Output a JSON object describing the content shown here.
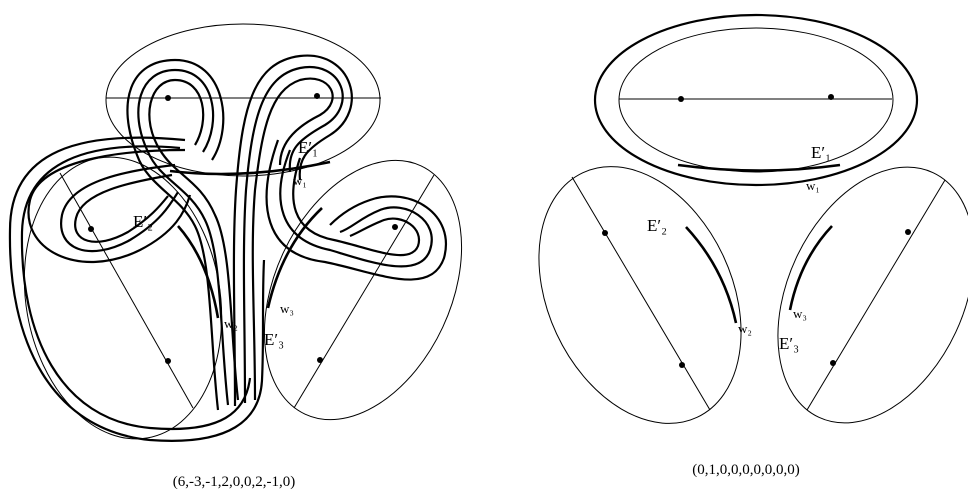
{
  "left_panel": {
    "caption": "(6,-3,-1,2,0,0,2,-1,0)",
    "labels": {
      "e1": "E′₁",
      "e2": "E′₂",
      "e3": "E′₃",
      "w1": "w₁",
      "w2": "w₂",
      "w3": "w₃"
    }
  },
  "right_panel": {
    "caption": "(0,1,0,0,0,0,0,0,0)",
    "labels": {
      "e1": "E′₁",
      "e2": "E′₂",
      "e3": "E′₃",
      "w1": "w₁",
      "w2": "w₂",
      "w3": "w₃"
    }
  }
}
